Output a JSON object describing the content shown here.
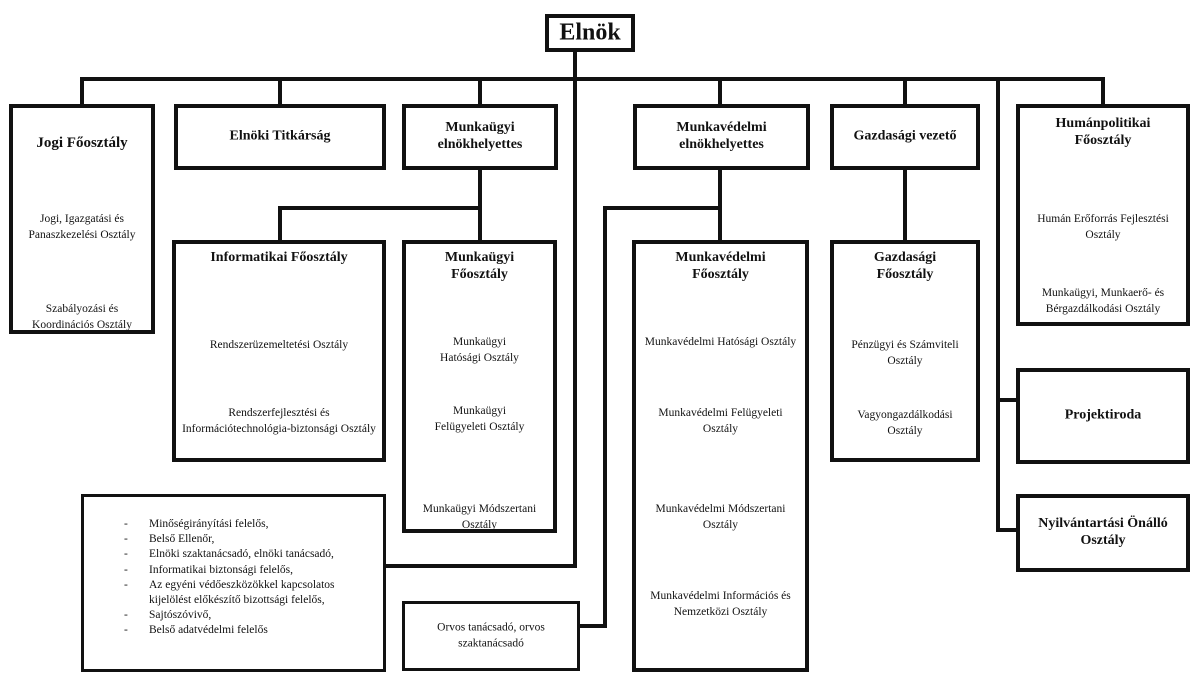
{
  "top": {
    "title": "Elnök"
  },
  "units": {
    "jogi": {
      "title": "Jogi Főosztály",
      "subs": [
        "Jogi, Igazgatási és Panaszkezelési Osztály",
        "Szabályozási és Koordinációs Osztály"
      ]
    },
    "titkarsag": {
      "title": "Elnöki Titkárság"
    },
    "munkaugyi_eh": {
      "title": "Munkaügyi elnökhelyettes"
    },
    "munkavedelmi_eh": {
      "title": "Munkavédelmi elnökhelyettes"
    },
    "gazdasagi_vezeto": {
      "title": "Gazdasági vezető"
    },
    "humanpolitikai": {
      "title": "Humánpolitikai Főosztály",
      "subs": [
        "Humán Erőforrás Fejlesztési Osztály",
        "Munkaügyi, Munkaerő- és Bérgazdálkodási Osztály"
      ]
    },
    "informatikai": {
      "title": "Informatikai Főosztály",
      "subs": [
        "Rendszerüzemeltetési Osztály",
        "Rendszerfejlesztési és Információtechnológia-biztonsági Osztály"
      ]
    },
    "munkaugyi_fo": {
      "title": "Munkaügyi Főosztály",
      "subs": [
        "Munkaügyi Hatósági Osztály",
        "Munkaügyi Felügyeleti Osztály",
        "Munkaügyi Módszertani Osztály"
      ]
    },
    "munkavedelmi_fo": {
      "title": "Munkavédelmi Főosztály",
      "subs": [
        "Munkavédelmi Hatósági Osztály",
        "Munkavédelmi Felügyeleti Osztály",
        "Munkavédelmi Módszertani Osztály",
        "Munkavédelmi Információs és Nemzetközi Osztály"
      ]
    },
    "gazdasagi_fo": {
      "title": "Gazdasági Főosztály",
      "subs": [
        "Pénzügyi és Számviteli Osztály",
        "Vagyongazdálkodási Osztály"
      ]
    },
    "projektiroda": {
      "title": "Projektiroda"
    },
    "nyilvantartasi": {
      "title": "Nyilvántartási Önálló Osztály"
    }
  },
  "roles": [
    "Minőségirányítási felelős,",
    "Belső Ellenőr,",
    "Elnöki szaktanácsadó, elnöki tanácsadó,",
    "Informatikai biztonsági felelős,",
    "Az egyéni védőeszközökkel kapcsolatos kijelölést előkészítő bizottsági felelős,",
    "Sajtószóvivő,",
    "Belső adatvédelmi felelős"
  ],
  "advisor": {
    "label": "Orvos tanácsadó, orvos szaktanácsadó"
  }
}
